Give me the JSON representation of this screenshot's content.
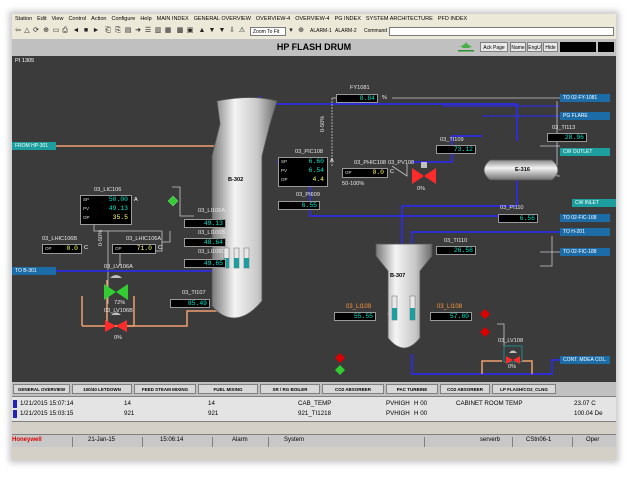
{
  "menu": [
    "Station",
    "Edit",
    "View",
    "Control",
    "Action",
    "Configure",
    "Help",
    "MAIN INDEX",
    "GENERAL OVERVIEW",
    "OVERVIEW-4",
    "OVERVIEW-4",
    "PG INDEX",
    "SYSTEM ARCHITECTURE",
    "PFD INDEX"
  ],
  "toolbar": {
    "zoom": "Zoom To Fit",
    "alarm1": "ALARM-1",
    "alarm2": "ALARM-2",
    "command_label": "Command"
  },
  "header": {
    "title": "HP FLASH DRUM",
    "page_id": "PI 1305",
    "ack_page": "Ack Page",
    "name": "Name",
    "engu": "EngU",
    "hide": "Hide"
  },
  "connectors": {
    "from_hp301": "FROM HP-301",
    "to_b301": "TO B-301",
    "to_02fy": "TO 02-FY-1081",
    "to_pg_flare": "PG FLARE",
    "cw_outlet": "CW OUTLET",
    "cw_inlet": "CW INLET",
    "to_02fic": "TO 02-FIC-168",
    "to_h201": "TO H-201",
    "to_02fic2": "TO 02-FIC-188",
    "cont_mdea": "CONT. MDEA COL."
  },
  "equipment": {
    "b302": "B-302",
    "b307": "B-307",
    "e316": "E-316"
  },
  "instruments": {
    "fy1081": {
      "tag": "FY1081",
      "value": "8.84",
      "unit": "%"
    },
    "pic108": {
      "tag": "03_PIC108",
      "sp": "6.60",
      "pv": "6.54",
      "op": "4.4",
      "mode": "A"
    },
    "pi609": {
      "tag": "03_PI609",
      "value": "6.55"
    },
    "phic108": {
      "tag": "03_PHIC108",
      "op": "0.0",
      "mode": "C",
      "range": "50-100%"
    },
    "range_0_50": "0-50%",
    "pv108": {
      "tag": "03_PV108",
      "pct": "0%"
    },
    "ti109": {
      "tag": "03_TI109",
      "value": "73.12"
    },
    "ti113": {
      "tag": "03_TI113",
      "value": "28.96"
    },
    "pi110": {
      "tag": "03_PI110",
      "value": "6.56"
    },
    "ti110": {
      "tag": "03_TI110",
      "value": "26.58"
    },
    "lic106": {
      "tag": "03_LIC106",
      "sp": "50.00",
      "pv": "49.13",
      "op": "35.5",
      "mode": "A"
    },
    "li106a": {
      "tag": "03_LI106A",
      "value": "49.13"
    },
    "li106b": {
      "tag": "03_LI106B",
      "value": "48.64"
    },
    "li106c": {
      "tag": "03_LI106C",
      "value": "49.65"
    },
    "lhic106b": {
      "tag": "03_LHIC106B",
      "op": "0.0",
      "mode": "C"
    },
    "lhic106a": {
      "tag": "03_LHIC106A",
      "op": "71.0",
      "mode": "C"
    },
    "range_50_0": "0-50%",
    "lv106a": {
      "tag": "03_LV106A",
      "pct": "72%"
    },
    "lv106b": {
      "tag": "03_LV106B",
      "pct": "0%"
    },
    "ti107": {
      "tag": "03_TI107",
      "value": "85.49"
    },
    "li109": {
      "tag": "03_LI109",
      "value": "55.55"
    },
    "li108": {
      "tag": "03_LI108",
      "value": "57.80"
    },
    "lv108": {
      "tag": "03_LV108",
      "pct": "0%"
    }
  },
  "tabs": [
    "GENERAL OVERVIEW",
    "100/40 LETDOWN",
    "FEED STEAM MIXING",
    "FUEL MIXING",
    "SR / RG BOILER",
    "CO2 ABSORBER",
    "PAC TURBINE",
    "CO2 ABSORBER",
    "LP FLASH/CO2_CLNG"
  ],
  "alarms": [
    {
      "date": "1/21/2015 15:07:14",
      "a": "14",
      "b": "14",
      "tag": "CAB_TEMP",
      "type": "PVHIGH",
      "limit": "H 00",
      "desc": "CABINET ROOM TEMP",
      "value": "23.07 C"
    },
    {
      "date": "1/21/2015 15:03:15",
      "a": "921",
      "b": "921",
      "tag": "921_TI1218",
      "type": "PVHIGH",
      "limit": "H 00",
      "desc": "",
      "value": "100.04 De"
    }
  ],
  "status": {
    "brand": "Honeywell",
    "date": "21-Jan-15",
    "time": "15:06:14",
    "alarm": "Alarm",
    "system": "System",
    "server": "serverb",
    "station": "CStn06-1",
    "mode": "Oper"
  },
  "colors": {
    "bg": "#3b3b3b",
    "value": "#00e6c8",
    "pipe_blue": "#2a2aff",
    "pipe_orange": "#f0a070",
    "connector": "#1c9e9e"
  }
}
